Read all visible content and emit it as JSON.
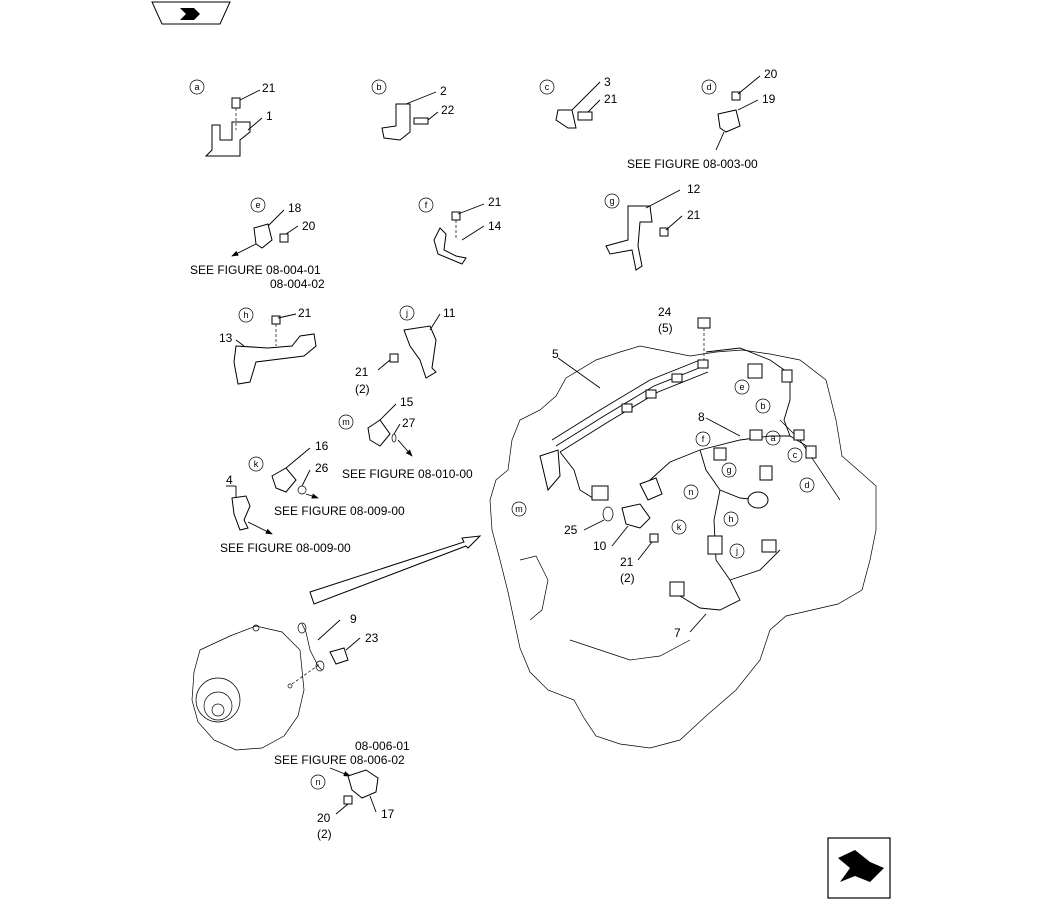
{
  "diagram": {
    "circle_labels": [
      "a",
      "b",
      "c",
      "d",
      "e",
      "f",
      "g",
      "h",
      "j",
      "k",
      "m",
      "n"
    ],
    "parts": {
      "p1": "1",
      "p2": "2",
      "p3": "3",
      "p4": "4",
      "p5": "5",
      "p7": "7",
      "p8": "8",
      "p9": "9",
      "p10": "10",
      "p11": "11",
      "p12": "12",
      "p13": "13",
      "p14": "14",
      "p15": "15",
      "p16": "16",
      "p17": "17",
      "p18": "18",
      "p19": "19",
      "p20": "20",
      "p21": "21",
      "p22": "22",
      "p23": "23",
      "p24": "24",
      "p25": "25",
      "p26": "26",
      "p27": "27"
    },
    "qty": {
      "q2": "(2)",
      "q5": "(5)"
    },
    "refs": {
      "r08003": "SEE FIGURE  08-003-00",
      "r08004a": "SEE FIGURE 08-004-01",
      "r08004b": "08-004-02",
      "r08010": "SEE FIGURE 08-010-00",
      "r08009a": "SEE FIGURE 08-009-00",
      "r08009b": "SEE FIGURE  08-009-00",
      "r08006a": "08-006-01",
      "r08006b": "SEE FIGURE 08-006-02"
    }
  }
}
